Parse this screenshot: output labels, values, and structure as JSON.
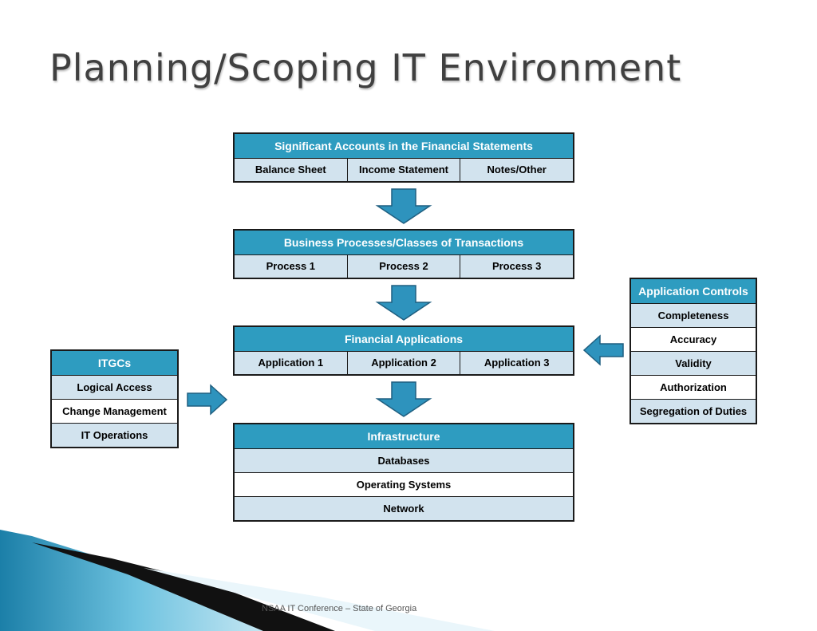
{
  "title": "Planning/Scoping IT Environment",
  "accounts": {
    "header": "Significant  Accounts in the Financial Statements",
    "cells": [
      "Balance Sheet",
      "Income Statement",
      "Notes/Other"
    ]
  },
  "processes": {
    "header": "Business Processes/Classes of Transactions",
    "cells": [
      "Process 1",
      "Process 2",
      "Process 3"
    ]
  },
  "applications": {
    "header": "Financial Applications",
    "cells": [
      "Application 1",
      "Application 2",
      "Application 3"
    ]
  },
  "infrastructure": {
    "header": "Infrastructure",
    "items": [
      "Databases",
      "Operating Systems",
      "Network"
    ]
  },
  "itgcs": {
    "header": "ITGCs",
    "items": [
      "Logical Access",
      "Change Management",
      "IT Operations"
    ]
  },
  "app_controls": {
    "header": "Application Controls",
    "items": [
      "Completeness",
      "Accuracy",
      "Validity",
      "Authorization",
      "Segregation of Duties"
    ]
  },
  "footer": "NSAA IT Conference – State of Georgia",
  "colors": {
    "header_fill": "#2e9cc0",
    "cell_fill": "#d2e3ee",
    "arrow_fill": "#2e93bd",
    "title_text": "#404040"
  }
}
